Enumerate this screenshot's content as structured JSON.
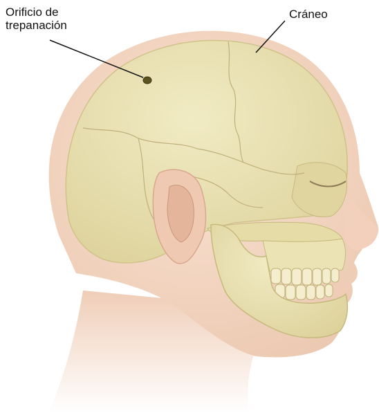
{
  "labels": {
    "burr_hole_line1": "Orificio de",
    "burr_hole_line2": "trepanación",
    "skull": "Cráneo"
  },
  "colors": {
    "background": "#ffffff",
    "skin": "#f5dbc9",
    "skin_shadow": "#e8c2aa",
    "bone": "#ebe3b4",
    "bone_shadow": "#d3c88f",
    "suture": "#b9ad76",
    "hole": "#5a5320",
    "leader": "#111111"
  }
}
